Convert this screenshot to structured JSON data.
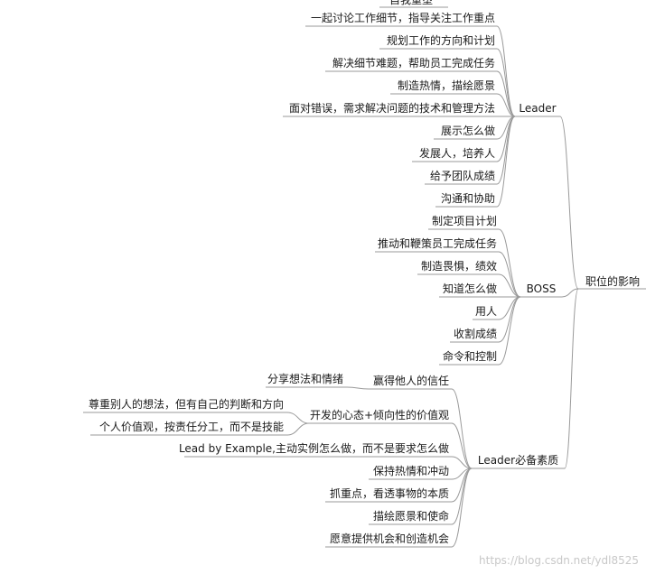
{
  "root": "职位的影响",
  "top_cutoff": "自我重塑",
  "leader": {
    "label": "Leader",
    "items": [
      "一起讨论工作细节，指导关注工作重点",
      "规划工作的方向和计划",
      "解决细节难题，帮助员工完成任务",
      "制造热情，描绘愿景",
      "面对错误，需求解决问题的技术和管理方法",
      "展示怎么做",
      "发展人，培养人",
      "给予团队成绩",
      "沟通和协助"
    ]
  },
  "boss": {
    "label": "BOSS",
    "items": [
      "制定项目计划",
      "推动和鞭策员工完成任务",
      "制造畏惧，绩效",
      "知道怎么做",
      "用人",
      "收割成绩",
      "命令和控制"
    ]
  },
  "qualities": {
    "label": "Leader必备素质",
    "items": [
      {
        "label": "赢得他人的信任",
        "children": [
          "分享想法和情绪"
        ]
      },
      {
        "label": "开发的心态+倾向性的价值观",
        "children": [
          "尊重别人的想法，但有自己的判断和方向",
          "个人价值观，按责任分工，而不是技能"
        ]
      },
      {
        "label": "Lead by Example,主动实例怎么做，而不是要求怎么做",
        "children": []
      },
      {
        "label": "保持热情和冲动",
        "children": []
      },
      {
        "label": "抓重点，看透事物的本质",
        "children": []
      },
      {
        "label": "描绘愿景和使命",
        "children": []
      },
      {
        "label": "愿意提供机会和创造机会",
        "children": []
      }
    ]
  },
  "watermark": "https://blog.csdn.net/ydl8525"
}
